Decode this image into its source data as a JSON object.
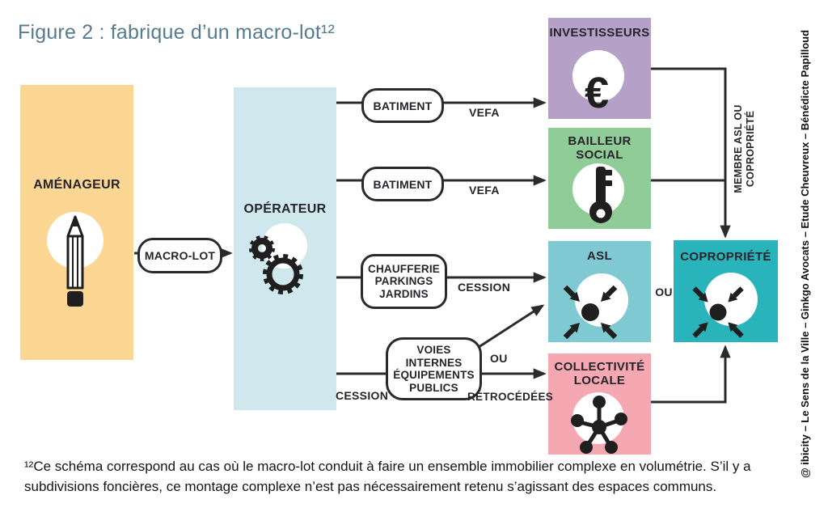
{
  "title": "Figure 2 : fabrique d’un macro-lot¹²",
  "footnote": "¹²Ce schéma correspond au cas où le macro-lot conduit à faire un ensemble immobilier complexe en volumétrie. S’il y a subdivisions foncières, ce montage complexe n’est pas nécessairement retenu s’agissant des espaces communs.",
  "credits": "@ ibicity – Le Sens de la Ville – Ginkgo Avocats – Etude Cheuvreux – Bénédicte Papilloud",
  "colors": {
    "title_text": "#567b8e",
    "connector_line": "#2b2b2b",
    "icon_ink": "#1f1f1f"
  },
  "nodes": {
    "amenageur": {
      "label": "AMÉNAGEUR",
      "color": "#fcd794",
      "icon": "pencil-icon"
    },
    "operateur": {
      "label": "OPÉRATEUR",
      "color": "#cfe8ee",
      "icon": "gears-icon"
    },
    "investisseurs": {
      "label": "INVESTISSEURS",
      "color": "#b5a0c7",
      "icon": "euro-icon"
    },
    "bailleur": {
      "label": "BAILLEUR SOCIAL",
      "color": "#90cc97",
      "icon": "key-icon"
    },
    "asl": {
      "label": "ASL",
      "color": "#7fc9d3",
      "icon": "converge-arrows-icon"
    },
    "collectivite": {
      "label": "COLLECTIVITÉ LOCALE",
      "color": "#f5a8b2",
      "icon": "network-icon"
    },
    "copropriete": {
      "label": "COPROPRIÉTÉ",
      "color": "#29b4bc",
      "icon": "converge-arrows-icon"
    }
  },
  "pills": {
    "macro_lot": "MACRO-LOT",
    "batiment_1": "BATIMENT",
    "batiment_2": "BATIMENT",
    "chaufferie": "CHAUFFERIE PARKINGS JARDINS",
    "voies": "VOIES INTERNES ÉQUIPEMENTS PUBLICS"
  },
  "edge_labels": {
    "vefa_1": "VEFA",
    "vefa_2": "VEFA",
    "cession_1": "CESSION",
    "cession_2": "CESSION",
    "ou_mid": "OU",
    "retrocedees": "RÉTROCÉDÉES",
    "ou_right": "OU",
    "membre": "MEMBRE ASL OU COPROPRIÉTÉ"
  },
  "icons": {
    "euro_glyph": "€"
  }
}
